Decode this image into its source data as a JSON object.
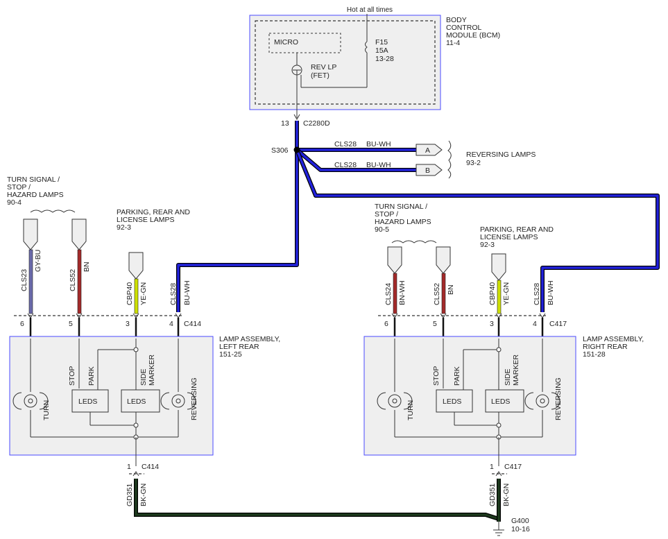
{
  "bcm": {
    "hot_label": "Hot at all times",
    "title_lines": [
      "BODY",
      "CONTROL",
      "MODULE (BCM)",
      "11-4"
    ],
    "micro_label": "MICRO",
    "fuse_lines": [
      "F15",
      "15A",
      "13-28"
    ],
    "fet_lines": [
      "REV LP",
      "(FET)"
    ],
    "pin": "13",
    "connector": "C2280D"
  },
  "splice": {
    "label": "S306"
  },
  "reversing_lamps": {
    "wire1_code": "CLS28",
    "wire1_color": "BU-WH",
    "wire1_end": "A",
    "wire2_code": "CLS28",
    "wire2_color": "BU-WH",
    "wire2_end": "B",
    "title_lines": [
      "REVERSING LAMPS",
      "93-2"
    ]
  },
  "left": {
    "turn_ref_lines": [
      "TURN SIGNAL /",
      "STOP /",
      "HAZARD LAMPS",
      "90-4"
    ],
    "parking_ref_lines": [
      "PARKING, REAR AND",
      "LICENSE LAMPS",
      "92-3"
    ],
    "wires": [
      {
        "code": "CLS23",
        "color": "GY-BU",
        "pin": "6"
      },
      {
        "code": "CLS52",
        "color": "BN",
        "pin": "5"
      },
      {
        "code": "CBP40",
        "color": "YE-GN",
        "pin": "3"
      },
      {
        "code": "CLS28",
        "color": "BU-WH",
        "pin": "4"
      }
    ],
    "connector": "C414",
    "assembly_lines": [
      "LAMP ASSEMBLY,",
      "LEFT REAR",
      "151-25"
    ],
    "labels": {
      "turn": "TURN",
      "stop": "STOP",
      "park": "PARK",
      "side": "SIDE",
      "marker": "MARKER",
      "reversing": "REVERSING",
      "leds": "LEDS"
    },
    "ground_pin": "1",
    "ground_connector": "C414",
    "ground_code": "GD351",
    "ground_color": "BK-GN"
  },
  "right": {
    "turn_ref_lines": [
      "TURN SIGNAL /",
      "STOP /",
      "HAZARD LAMPS",
      "90-5"
    ],
    "parking_ref_lines": [
      "PARKING, REAR AND",
      "LICENSE LAMPS",
      "92-3"
    ],
    "wires": [
      {
        "code": "CLS24",
        "color": "BN-WH",
        "pin": "6"
      },
      {
        "code": "CLS52",
        "color": "BN",
        "pin": "5"
      },
      {
        "code": "CBP40",
        "color": "YE-GN",
        "pin": "3"
      },
      {
        "code": "CLS28",
        "color": "BU-WH",
        "pin": "4"
      }
    ],
    "connector": "C417",
    "assembly_lines": [
      "LAMP ASSEMBLY,",
      "RIGHT REAR",
      "151-28"
    ],
    "labels": {
      "turn": "TURN",
      "stop": "STOP",
      "park": "PARK",
      "side": "SIDE",
      "marker": "MARKER",
      "reversing": "REVERSING",
      "leds": "LEDS"
    },
    "ground_pin": "1",
    "ground_connector": "C417",
    "ground_code": "GD351",
    "ground_color": "BK-GN"
  },
  "ground": {
    "name": "G400",
    "ref": "10-16"
  },
  "colors": {
    "blue_wire": "#2222dd",
    "brown_wire": "#a32a2a",
    "gray_blue_wire": "#6a6aaa",
    "yellow_green_wire": "#cde000",
    "ground_wire": "#1e3a1e"
  }
}
